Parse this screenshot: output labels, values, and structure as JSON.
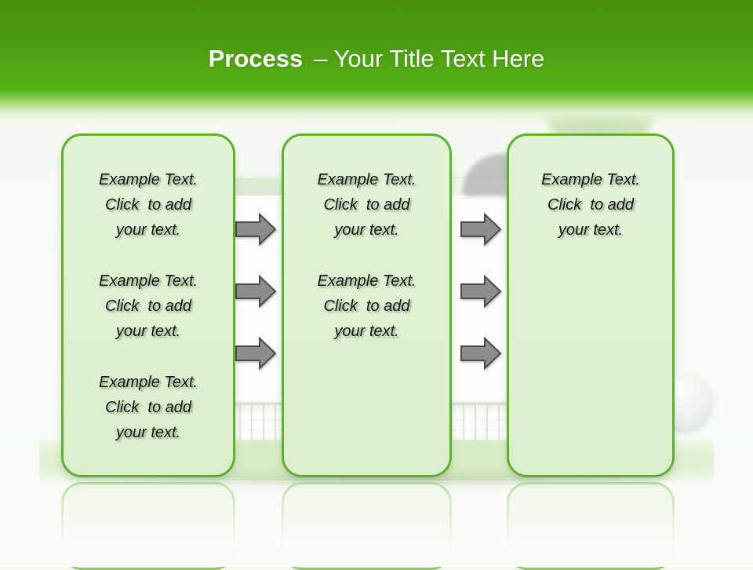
{
  "title": {
    "bold": "Process",
    "rest": "– Your Title Text Here"
  },
  "boxes": [
    {
      "id": "step-1",
      "paragraphs": [
        {
          "lines": [
            "Example Text.",
            "Click  to add",
            "your text."
          ]
        },
        {
          "lines": [
            "Example Text.",
            "Click  to add",
            "your text."
          ]
        },
        {
          "lines": [
            "Example Text.",
            "Click  to add",
            "your text."
          ]
        }
      ]
    },
    {
      "id": "step-2",
      "paragraphs": [
        {
          "lines": [
            "Example Text.",
            "Click  to add",
            "your text."
          ]
        },
        {
          "lines": [
            "Example Text.",
            "Click  to add",
            "your text."
          ]
        }
      ]
    },
    {
      "id": "step-3",
      "paragraphs": [
        {
          "lines": [
            "Example Text.",
            "Click  to add",
            "your text."
          ]
        }
      ]
    }
  ],
  "arrows": {
    "direction": "right",
    "between_step_1_and_2": 3,
    "between_step_2_and_3": 3
  },
  "colors": {
    "header_green_top": "#4A9110",
    "header_green_bright": "#55B617",
    "box_border_green": "#5CB22C",
    "box_fill_green": "#DDF0CE",
    "arrow_fill_gray": "#8D8D8D",
    "arrow_outline_gray": "#4A4A4A",
    "title_text": "#FFFFFF",
    "body_text": "#161616"
  }
}
